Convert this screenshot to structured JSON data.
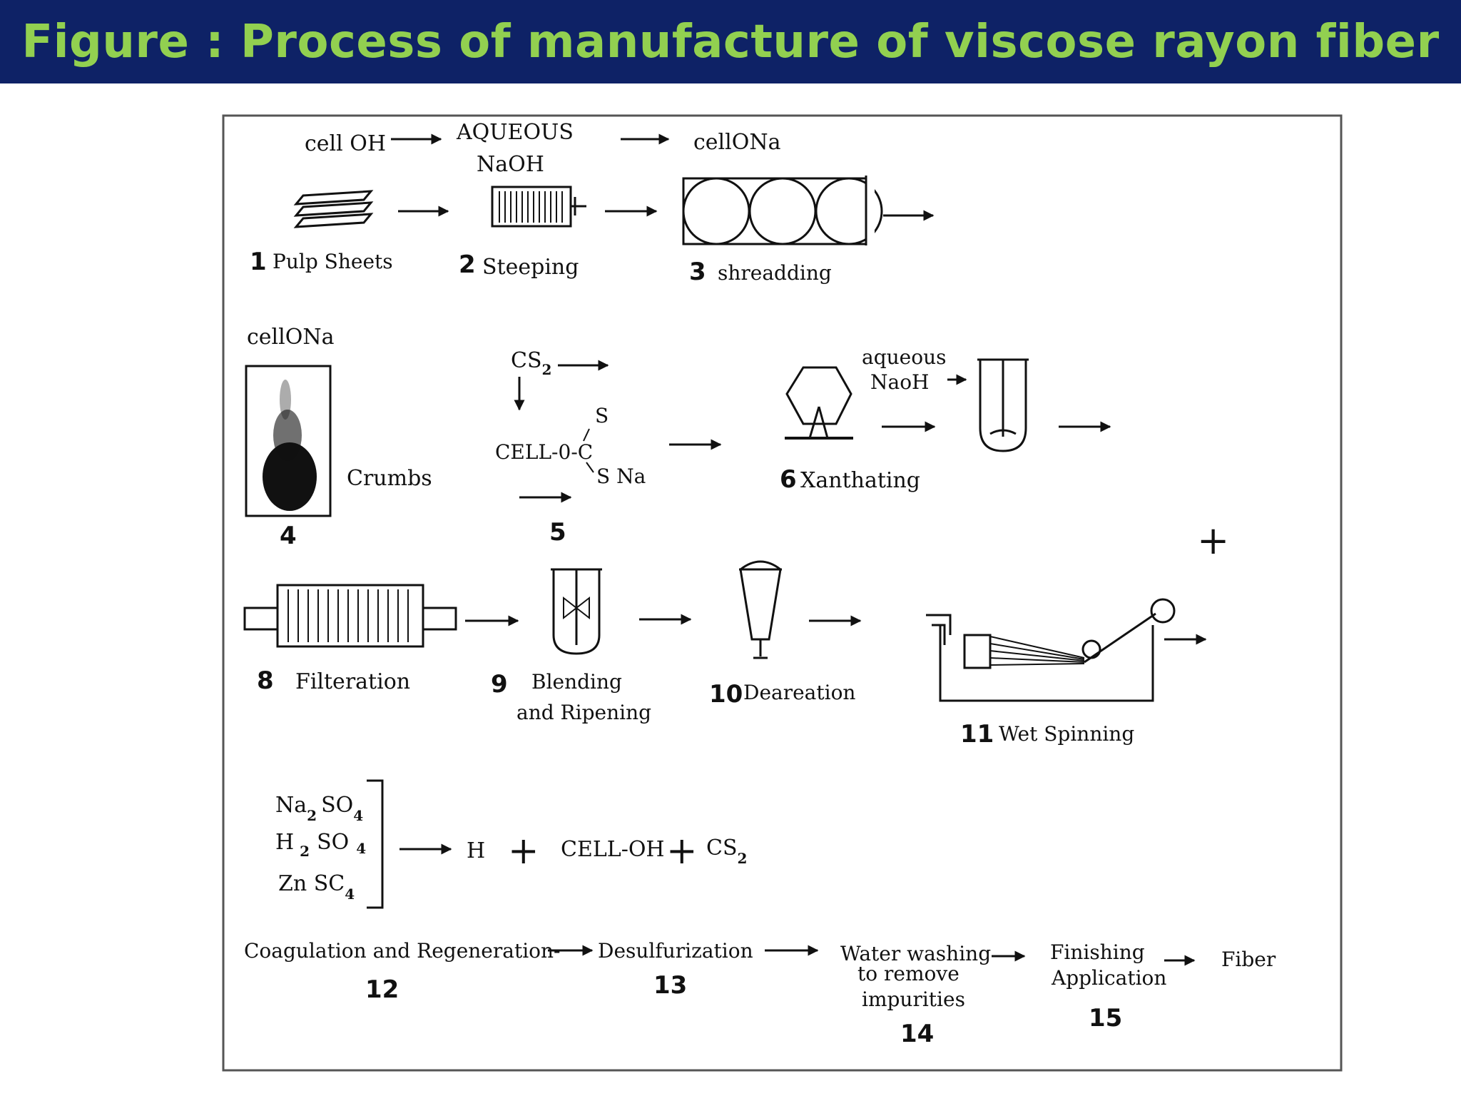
{
  "title": "Figure : Process of manufacture of viscose rayon fiber",
  "colors": {
    "title_bg": "#0e2266",
    "title_text": "#92d050",
    "ink": "#111111"
  },
  "row1": {
    "cell_oh": "cell OH",
    "aqueous": "AQUEOUS",
    "naoh": "NaOH",
    "cellona": "cellONa",
    "step1_num": "1",
    "step1_label": "Pulp Sheets",
    "step2_num": "2",
    "step2_label": "Steeping",
    "step3_num": "3",
    "step3_label": "shreadding"
  },
  "row2": {
    "cellona": "cellONa",
    "crumbs": "Crumbs",
    "step4_num": "4",
    "cs": "CS",
    "cs_sub": "2",
    "s_top": "S",
    "cell_o_c": "CELL-0-C",
    "s_na": "S  Na",
    "step5_num": "5",
    "aqueous": "aqueous",
    "naoh": "NaoH",
    "step6_num": "6",
    "step6_label": "Xanthating",
    "plus": "+"
  },
  "row3": {
    "step8_num": "8",
    "step8_label": "Filteration",
    "step9_num": "9",
    "step9_label_1": "Blending",
    "step9_label_2": "and Ripening",
    "step10_num": "10",
    "step10_label": "Deareation",
    "step11_num": "11",
    "step11_label": "Wet Spinning"
  },
  "row4": {
    "na": "Na",
    "na_sub": "2",
    "so": "SO",
    "so_sub": "4",
    "h": "H",
    "h_sub": "2",
    "so2": "SO",
    "so2_sub": "4",
    "zn": "Zn  SC",
    "zn_sub": "4",
    "h_prod": "H",
    "plus1": "+",
    "cell_oh": "CELL-OH",
    "plus2": "+",
    "cs": "CS",
    "cs_sub": "2"
  },
  "row5": {
    "coag": "Coagulation and Regeneration-",
    "step12_num": "12",
    "desulf": "Desulfurization",
    "step13_num": "13",
    "wash_1": "Water washing",
    "wash_2": "to remove",
    "wash_3": "impurities",
    "step14_num": "14",
    "finish_1": "Finishing",
    "finish_2": "Application",
    "step15_num": "15",
    "fiber": "Fiber"
  }
}
